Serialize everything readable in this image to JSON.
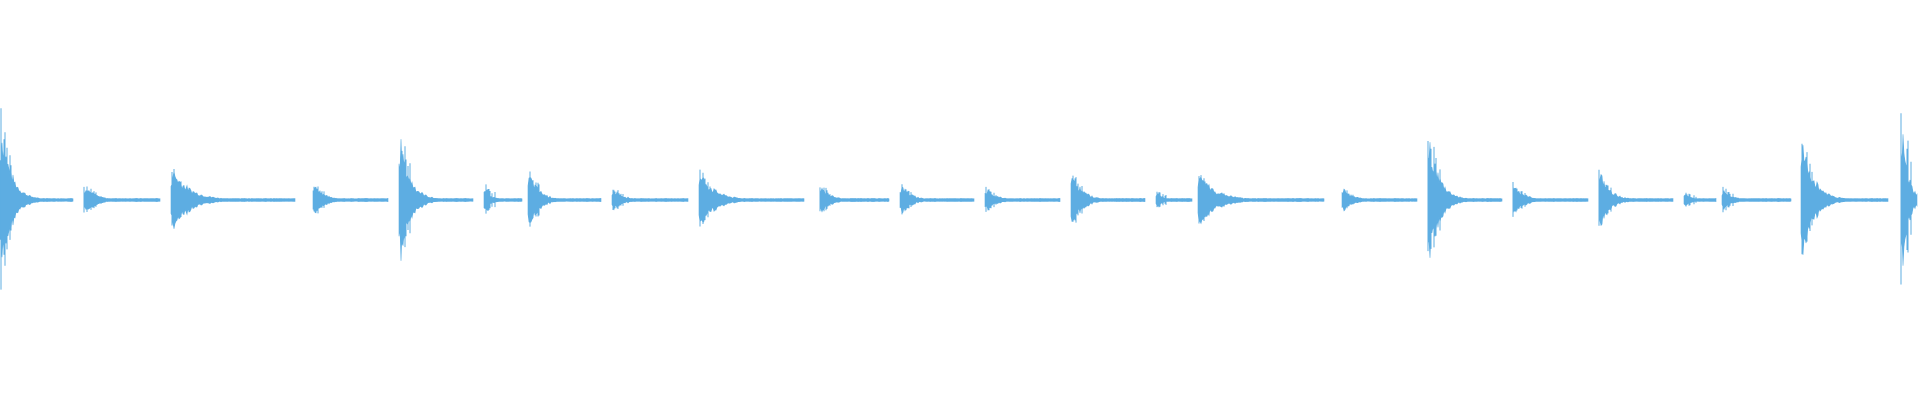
{
  "waveform": {
    "color": "#5dade2",
    "events": [
      {
        "t": 0.0,
        "amp": 0.62
      },
      {
        "t": 0.044,
        "amp": 0.12
      },
      {
        "t": 0.089,
        "amp": 0.25
      },
      {
        "t": 0.163,
        "amp": 0.12
      },
      {
        "t": 0.208,
        "amp": 0.5
      },
      {
        "t": 0.252,
        "amp": 0.11
      },
      {
        "t": 0.275,
        "amp": 0.22
      },
      {
        "t": 0.319,
        "amp": 0.09
      },
      {
        "t": 0.364,
        "amp": 0.22
      },
      {
        "t": 0.427,
        "amp": 0.11
      },
      {
        "t": 0.469,
        "amp": 0.12
      },
      {
        "t": 0.513,
        "amp": 0.09
      },
      {
        "t": 0.558,
        "amp": 0.22
      },
      {
        "t": 0.602,
        "amp": 0.07
      },
      {
        "t": 0.624,
        "amp": 0.2
      },
      {
        "t": 0.699,
        "amp": 0.09
      },
      {
        "t": 0.744,
        "amp": 0.52
      },
      {
        "t": 0.788,
        "amp": 0.12
      },
      {
        "t": 0.833,
        "amp": 0.22
      },
      {
        "t": 0.877,
        "amp": 0.06
      },
      {
        "t": 0.897,
        "amp": 0.09
      },
      {
        "t": 0.938,
        "amp": 0.46
      },
      {
        "t": 0.99,
        "amp": 0.62
      }
    ]
  }
}
